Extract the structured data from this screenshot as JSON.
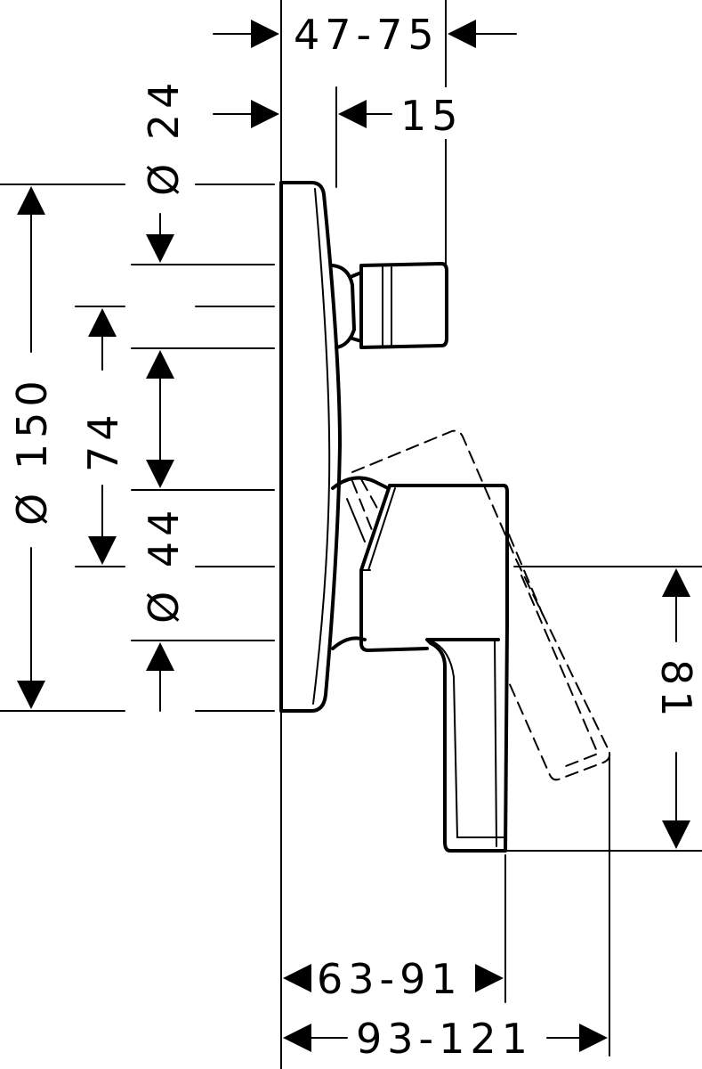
{
  "dimensions": {
    "top_depth": "47-75",
    "pipe_offset": "15",
    "pipe_diameter": "Ø 24",
    "plate_diameter": "Ø 150",
    "spacing": "74",
    "body_diameter": "Ø 44",
    "handle_height": "81",
    "handle_depth": "63-91",
    "total_depth": "93-121"
  },
  "colors": {
    "line": "#000000",
    "background": "#ffffff"
  }
}
